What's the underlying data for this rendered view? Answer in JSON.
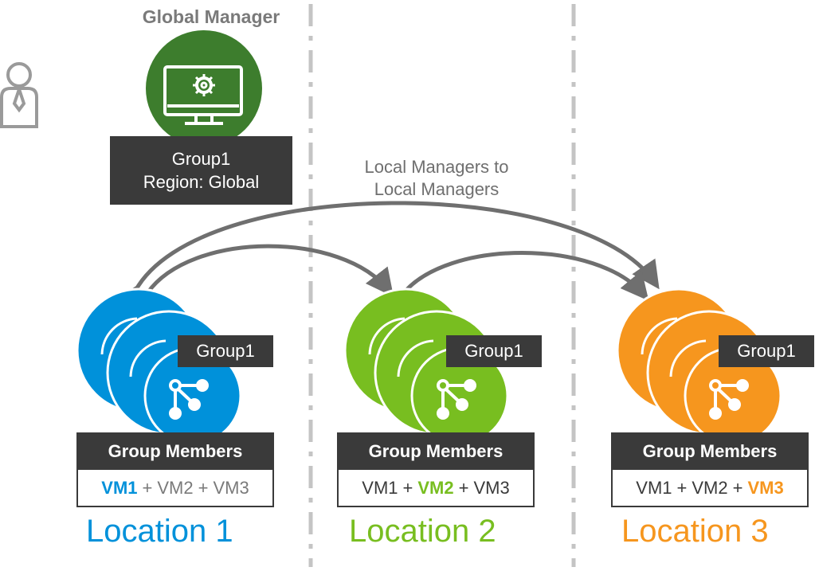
{
  "global_manager": {
    "title": "Global Manager",
    "box_line1": "Group1",
    "box_line2": "Region: Global",
    "icons": [
      "user-icon",
      "monitor-gear-icon"
    ]
  },
  "connection_label": {
    "line1": "Local Managers to",
    "line2": "Local Managers"
  },
  "colors": {
    "blue": "#0091da",
    "green": "#78be20",
    "orange": "#f6961e",
    "dark_green": "#3d7d2d",
    "dark_box": "#3a3a3a",
    "arrow_gray": "#6f6f6f"
  },
  "locations": [
    {
      "group_tag": "Group1",
      "members_header": "Group Members",
      "vm1": "VM1",
      "plus1": "+",
      "vm2": "VM2",
      "plus2": "+",
      "vm3": "VM3",
      "label": "Location 1",
      "color": "#0091da"
    },
    {
      "group_tag": "Group1",
      "members_header": "Group Members",
      "vm1": "VM1",
      "plus1": "+",
      "vm2": "VM2",
      "plus2": "+",
      "vm3": "VM3",
      "label": "Location 2",
      "color": "#78be20"
    },
    {
      "group_tag": "Group1",
      "members_header": "Group Members",
      "vm1": "VM1",
      "plus1": "+",
      "vm2": "VM2",
      "plus2": "+",
      "vm3": "VM3",
      "label": "Location 3",
      "color": "#f6961e"
    }
  ]
}
